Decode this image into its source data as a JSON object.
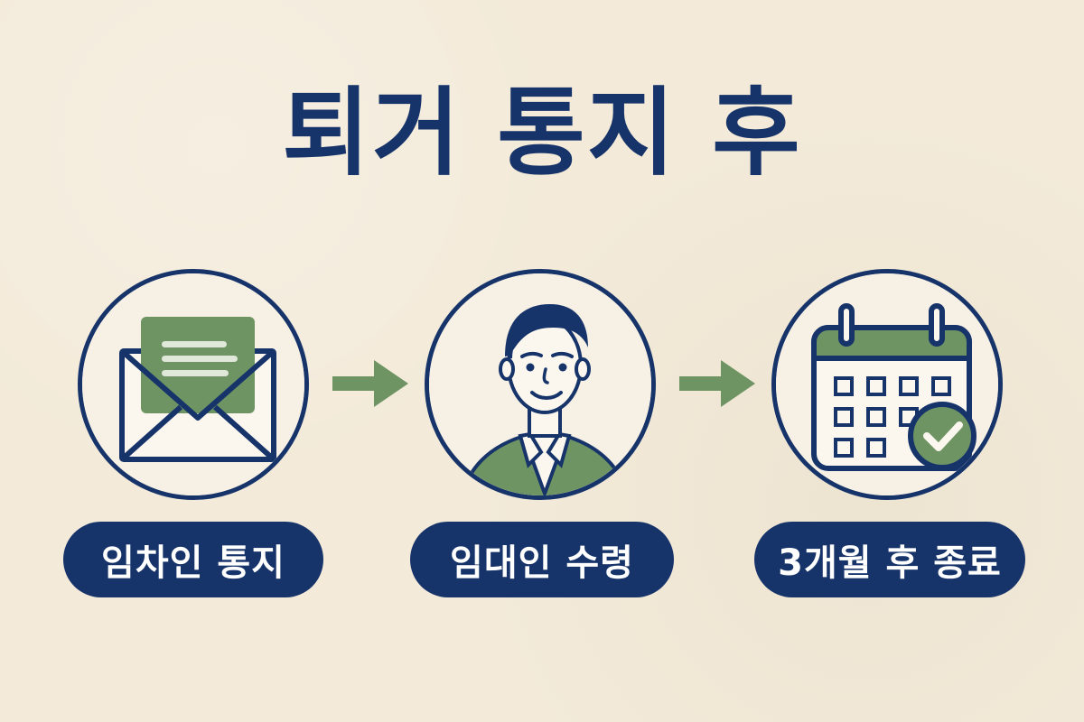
{
  "title": "퇴거 통지 후",
  "steps": [
    {
      "label": "임차인 통지",
      "icon": "envelope-letter-icon"
    },
    {
      "label": "임대인 수령",
      "icon": "landlord-person-icon"
    },
    {
      "label": "3개월 후 종료",
      "icon": "calendar-check-icon"
    }
  ],
  "colors": {
    "background": "#f3ead9",
    "navy": "#17346a",
    "green": "#6f9463",
    "white": "#ffffff"
  }
}
